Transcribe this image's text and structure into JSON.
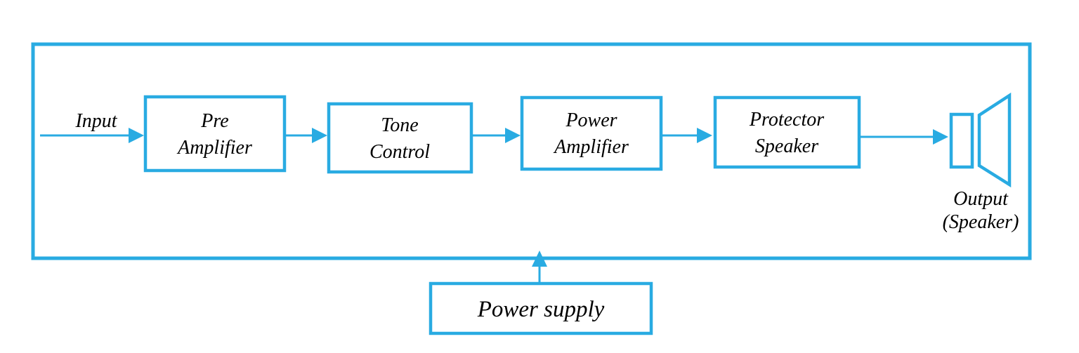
{
  "diagram": {
    "title": "amplifier-block-diagram",
    "accent_color": "#29ABE2",
    "text_color": "#000000",
    "input_label": "Input",
    "blocks": [
      {
        "id": "pre-amplifier",
        "line1": "Pre",
        "line2": "Amplifier"
      },
      {
        "id": "tone-control",
        "line1": "Tone",
        "line2": "Control"
      },
      {
        "id": "power-amplifier",
        "line1": "Power",
        "line2": "Amplifier"
      },
      {
        "id": "protector-speaker",
        "line1": "Protector",
        "line2": "Speaker"
      }
    ],
    "output_label_line1": "Output",
    "output_label_line2": "(Speaker)",
    "power_supply_label": "Power supply",
    "icons": {
      "speaker": "speaker-icon"
    }
  }
}
